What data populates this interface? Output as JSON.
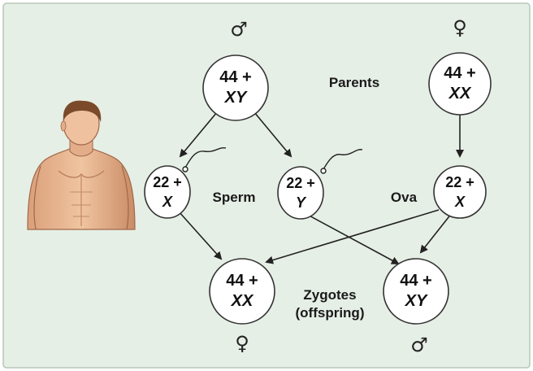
{
  "colors": {
    "panel_background": "#e6efe6",
    "panel_border": "#b7c7b7",
    "circle_fill": "#ffffff",
    "circle_stroke": "#333333",
    "arrow": "#222222"
  },
  "symbols": {
    "father": "♂",
    "mother": "♀",
    "zygote_female": "♀",
    "zygote_male": "♂"
  },
  "labels": {
    "parents": "Parents",
    "sperm": "Sperm",
    "ova": "Ova",
    "zygotes_line1": "Zygotes",
    "zygotes_line2": "(offspring)"
  },
  "nodes": {
    "father": {
      "autosomes": "44 +",
      "sex": "XY"
    },
    "mother": {
      "autosomes": "44 +",
      "sex": "XX"
    },
    "sperm_x": {
      "autosomes": "22 +",
      "sex": "X"
    },
    "sperm_y": {
      "autosomes": "22 +",
      "sex": "Y"
    },
    "ovum_x": {
      "autosomes": "22 +",
      "sex": "X"
    },
    "zygote_female": {
      "autosomes": "44 +",
      "sex": "XX"
    },
    "zygote_male": {
      "autosomes": "44 +",
      "sex": "XY"
    }
  },
  "icons": {
    "human_figure": "man-torso-icon"
  }
}
